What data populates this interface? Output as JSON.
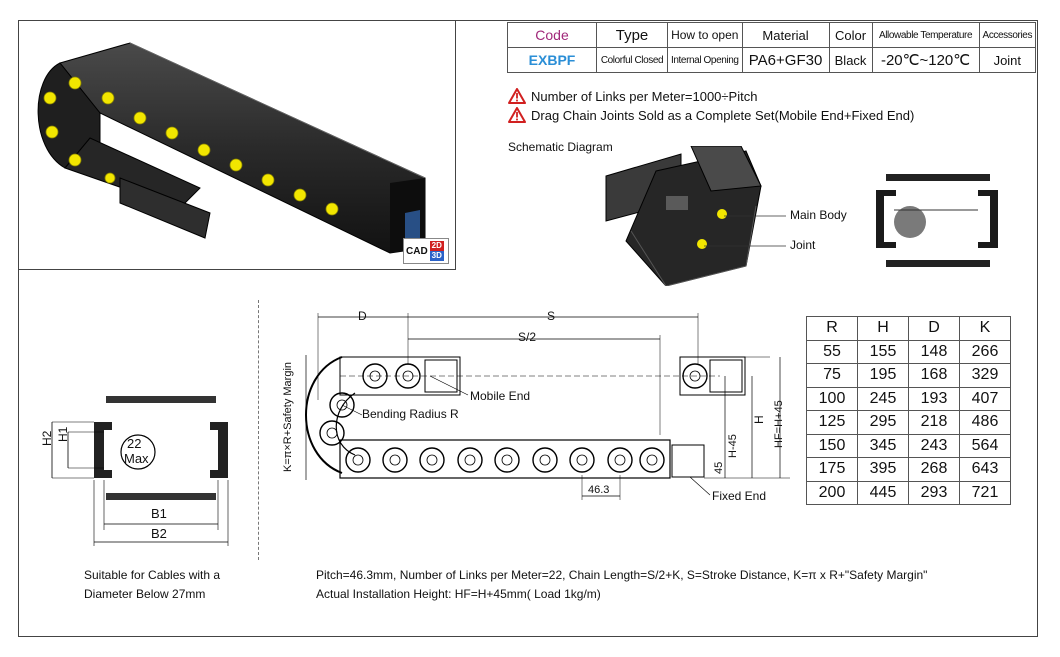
{
  "spec": {
    "headers": [
      "Code",
      "Type",
      "How to open",
      "Material",
      "Color",
      "Allowable Temperature",
      "Accessories"
    ],
    "values": [
      "EXBPF",
      "Colorful Closed",
      "Internal Opening",
      "PA6+GF30",
      "Black",
      "-20℃~120℃",
      "Joint"
    ]
  },
  "notes": [
    "Number of Links per Meter=1000÷Pitch",
    "Drag Chain Joints Sold as a Complete Set(Mobile End+Fixed End)"
  ],
  "cad_badge": {
    "label": "CAD",
    "top": "2D",
    "bottom": "3D"
  },
  "schematic": {
    "title": "Schematic Diagram",
    "main_body": "Main Body",
    "joint": "Joint"
  },
  "cross_section": {
    "h2": "H2",
    "h1": "H1",
    "dia": "22",
    "max": "Max",
    "b1": "B1",
    "b2": "B2"
  },
  "side_view": {
    "d": "D",
    "s": "S",
    "s2": "S/2",
    "k_label": "K=π×R+Safety Margin",
    "mobile_end": "Mobile End",
    "bending_radius": "Bending Radius R",
    "fixed_end": "Fixed End",
    "h": "H",
    "h45": "H-45",
    "hf": "HF=H+45",
    "d45": "45",
    "pitch": "46.3"
  },
  "dims_table": {
    "headers": [
      "R",
      "H",
      "D",
      "K"
    ],
    "rows": [
      [
        "55",
        "155",
        "148",
        "266"
      ],
      [
        "75",
        "195",
        "168",
        "329"
      ],
      [
        "100",
        "245",
        "193",
        "407"
      ],
      [
        "125",
        "295",
        "218",
        "486"
      ],
      [
        "150",
        "345",
        "243",
        "564"
      ],
      [
        "175",
        "395",
        "268",
        "643"
      ],
      [
        "200",
        "445",
        "293",
        "721"
      ]
    ]
  },
  "captions": {
    "cable_line1": "Suitable for Cables with a",
    "cable_line2": "Diameter Below 27mm",
    "formula_line1": "Pitch=46.3mm, Number of Links per Meter=22, Chain Length=S/2+K, S=Stroke Distance, K=π x R+\"Safety Margin\"",
    "formula_line2": "Actual Installation Height: HF=H+45mm( Load 1kg/m)"
  },
  "colors": {
    "code_header": "#a0287a",
    "code_value": "#2a8ed6",
    "warning": "#d12020",
    "link_yellow": "#f2e600",
    "chain_black": "#1c1c1c"
  }
}
